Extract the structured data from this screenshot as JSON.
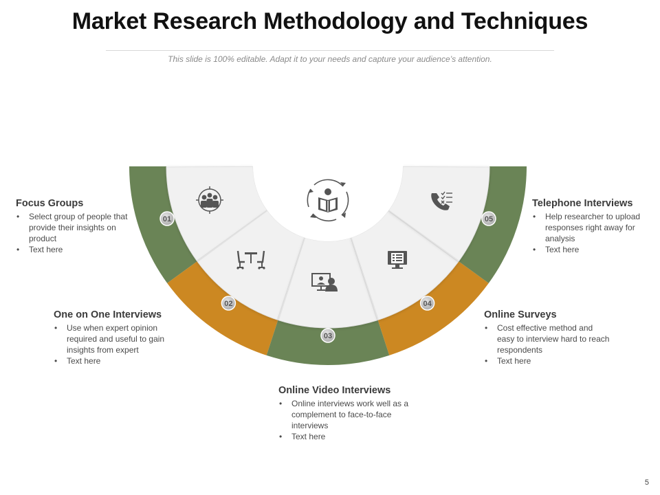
{
  "header": {
    "title": "Market Research Methodology and Techniques",
    "subtitle": "This slide is 100% editable. Adapt it to your needs and capture your audience’s attention."
  },
  "colors": {
    "green": "#6a8456",
    "orange": "#cc8822",
    "segment_fill": "#f1f1f1",
    "segment_divider": "#e2e2e2",
    "icon": "#555555",
    "badge": "#bfbfbf"
  },
  "segments": [
    {
      "number": "01",
      "color": "green",
      "icon": "team-meeting-icon"
    },
    {
      "number": "02",
      "color": "orange",
      "icon": "desk-chairs-icon"
    },
    {
      "number": "03",
      "color": "green",
      "icon": "video-call-icon"
    },
    {
      "number": "04",
      "color": "orange",
      "icon": "online-form-icon"
    },
    {
      "number": "05",
      "color": "green",
      "icon": "phone-checklist-icon"
    }
  ],
  "center_icon": "reader-cycle-icon",
  "blocks": {
    "focus_groups": {
      "title": "Focus Groups",
      "bullets": [
        "Select group of people that provide their insights on product",
        "Text here"
      ]
    },
    "one_on_one": {
      "title": "One on One Interviews",
      "bullets": [
        "Use when expert opinion required and useful to gain insights from expert",
        "Text here"
      ]
    },
    "video": {
      "title": "Online Video Interviews",
      "bullets": [
        "Online interviews work well as a complement to face-to-face interviews",
        "Text here"
      ]
    },
    "surveys": {
      "title": "Online Surveys",
      "bullets": [
        "Cost effective method and easy to interview hard to reach respondents",
        "Text here"
      ]
    },
    "telephone": {
      "title": "Telephone Interviews",
      "bullets": [
        "Help researcher to upload responses right away for analysis",
        "Text here"
      ]
    }
  },
  "footer": {
    "page_number": "5"
  }
}
